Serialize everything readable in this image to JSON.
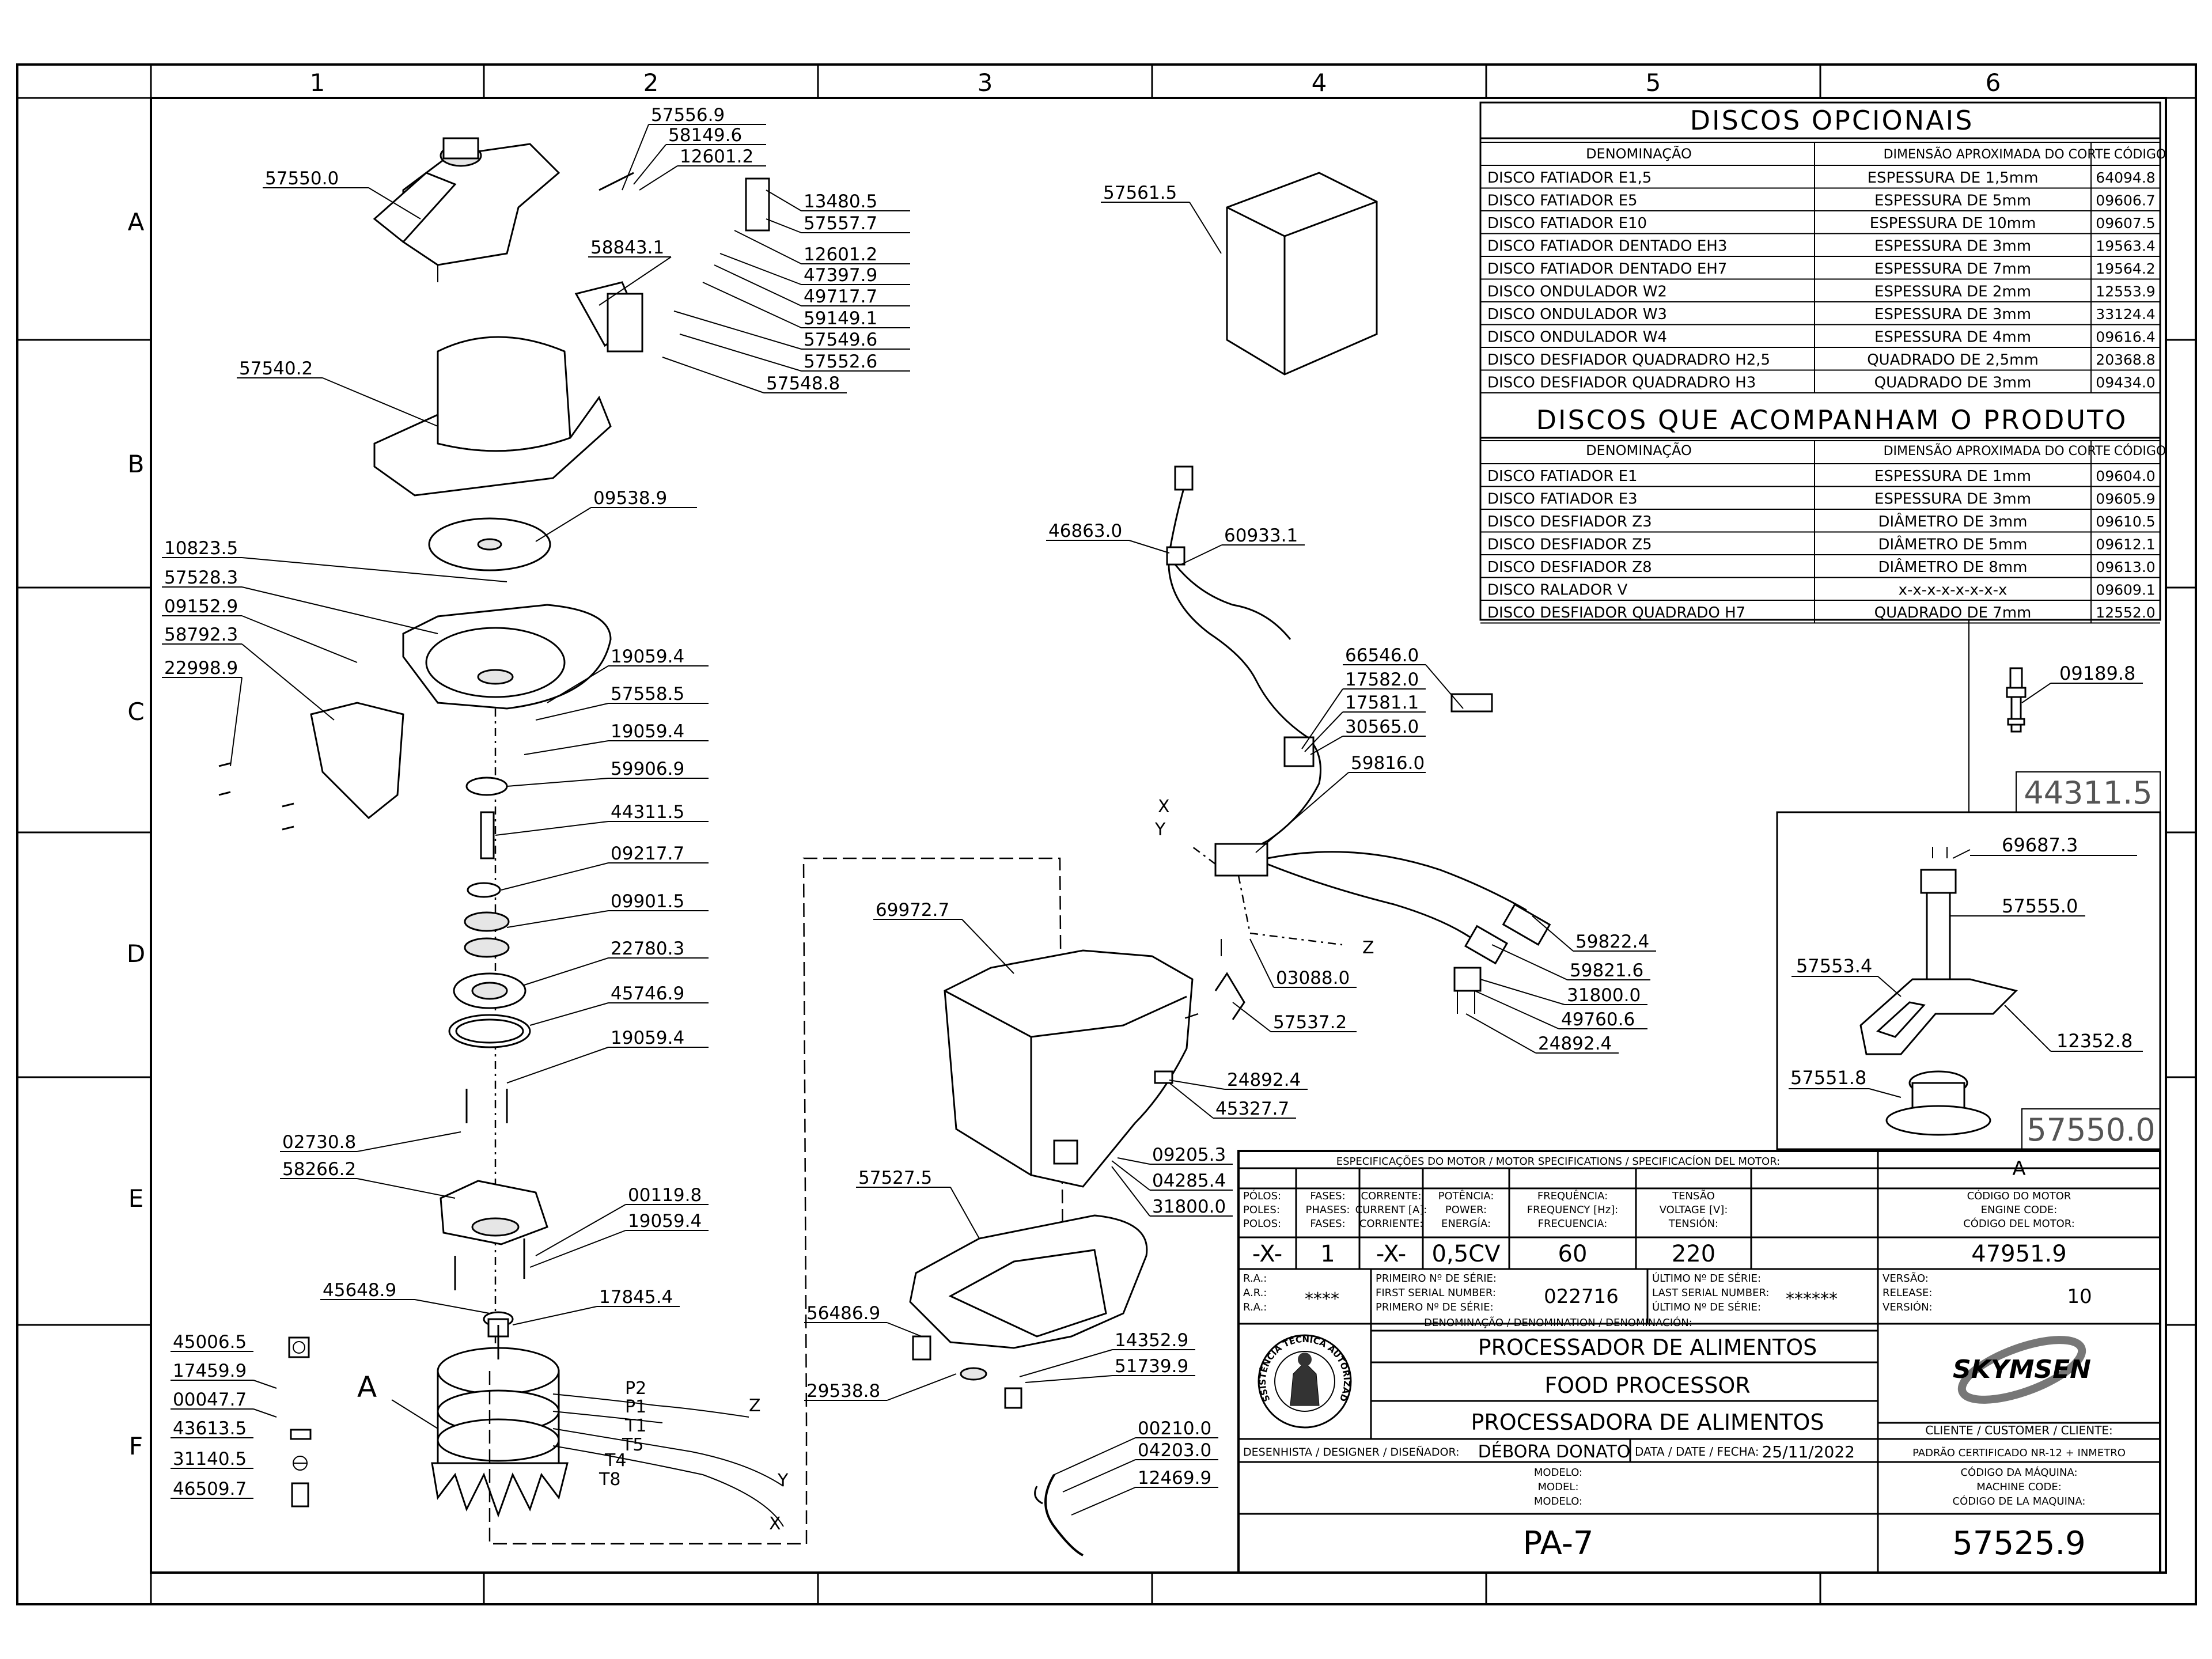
{
  "frame": {
    "columns": [
      "1",
      "2",
      "3",
      "4",
      "5",
      "6"
    ],
    "rows": [
      "A",
      "B",
      "C",
      "D",
      "E",
      "F"
    ]
  },
  "opcionais": {
    "title": "DISCOS OPCIONAIS",
    "headers": [
      "DENOMINAÇÃO",
      "DIMENSÃO APROXIMADA DO CORTE",
      "CÓDIGO"
    ],
    "rows": [
      [
        "DISCO FATIADOR E1,5",
        "ESPESSURA DE 1,5mm",
        "64094.8"
      ],
      [
        "DISCO FATIADOR E5",
        "ESPESSURA DE 5mm",
        "09606.7"
      ],
      [
        "DISCO FATIADOR E10",
        "ESPESSURA DE 10mm",
        "09607.5"
      ],
      [
        "DISCO FATIADOR DENTADO EH3",
        "ESPESSURA DE 3mm",
        "19563.4"
      ],
      [
        "DISCO FATIADOR DENTADO EH7",
        "ESPESSURA DE 7mm",
        "19564.2"
      ],
      [
        "DISCO ONDULADOR W2",
        "ESPESSURA DE 2mm",
        "12553.9"
      ],
      [
        "DISCO ONDULADOR W3",
        "ESPESSURA DE 3mm",
        "33124.4"
      ],
      [
        "DISCO ONDULADOR W4",
        "ESPESSURA DE 4mm",
        "09616.4"
      ],
      [
        "DISCO DESFIADOR QUADRADRO H2,5",
        "QUADRADO DE 2,5mm",
        "20368.8"
      ],
      [
        "DISCO DESFIADOR QUADRADRO H3",
        "QUADRADO DE 3mm",
        "09434.0"
      ]
    ]
  },
  "acompanham": {
    "title": "DISCOS QUE ACOMPANHAM O PRODUTO",
    "headers": [
      "DENOMINAÇÃO",
      "DIMENSÃO APROXIMADA DO CORTE",
      "CÓDIGO"
    ],
    "rows": [
      [
        "DISCO FATIADOR E1",
        "ESPESSURA DE 1mm",
        "09604.0"
      ],
      [
        "DISCO FATIADOR E3",
        "ESPESSURA DE 3mm",
        "09605.9"
      ],
      [
        "DISCO DESFIADOR Z3",
        "DIÂMETRO DE 3mm",
        "09610.5"
      ],
      [
        "DISCO DESFIADOR Z5",
        "DIÂMETRO DE 5mm",
        "09612.1"
      ],
      [
        "DISCO DESFIADOR Z8",
        "DIÂMETRO DE 8mm",
        "09613.0"
      ],
      [
        "DISCO RALADOR V",
        "x-x-x-x-x-x-x-x",
        "09609.1"
      ],
      [
        "DISCO DESFIADOR QUADRADO H7",
        "QUADRADO DE 7mm",
        "12552.0"
      ]
    ]
  },
  "boxes": {
    "box1_code": "44311.5",
    "box2_code": "57550.0",
    "box2_parts": [
      "69687.3",
      "57555.0",
      "57553.4",
      "12352.8",
      "57551.8"
    ],
    "box1_parts": [
      "09189.8"
    ]
  },
  "labels": {
    "l57556_9": "57556.9",
    "l58149_6": "58149.6",
    "l12601_2a": "12601.2",
    "l57550_0": "57550.0",
    "l13480_5": "13480.5",
    "l57557_7": "57557.7",
    "l12601_2b": "12601.2",
    "l58843_1": "58843.1",
    "l47397_9": "47397.9",
    "l49717_7": "49717.7",
    "l59149_1": "59149.1",
    "l57549_6": "57549.6",
    "l57552_6": "57552.6",
    "l57548_8": "57548.8",
    "l57540_2": "57540.2",
    "l09538_9": "09538.9",
    "l10823_5": "10823.5",
    "l57528_3": "57528.3",
    "l09152_9": "09152.9",
    "l58792_3": "58792.3",
    "l22998_9": "22998.9",
    "l19059_4a": "19059.4",
    "l57558_5": "57558.5",
    "l19059_4b": "19059.4",
    "l59906_9": "59906.9",
    "l44311_5": "44311.5",
    "l09217_7": "09217.7",
    "l09901_5": "09901.5",
    "l22780_3": "22780.3",
    "l45746_9": "45746.9",
    "l19059_4c": "19059.4",
    "l02730_8": "02730.8",
    "l58266_2": "58266.2",
    "l00119_8": "00119.8",
    "l19059_4d": "19059.4",
    "l45648_9": "45648.9",
    "l17845_4": "17845.4",
    "l45006_5": "45006.5",
    "l17459_9": "17459.9",
    "l00047_7": "00047.7",
    "l43613_5": "43613.5",
    "l31140_5": "31140.5",
    "l46509_7": "46509.7",
    "lA_motor": "A",
    "l57561_5": "57561.5",
    "l46863_0": "46863.0",
    "l60933_1": "60933.1",
    "l66546_0": "66546.0",
    "l17582_0": "17582.0",
    "l17581_1": "17581.1",
    "l30565_0": "30565.0",
    "l59816_0": "59816.0",
    "l69972_7": "69972.7",
    "l59822_4": "59822.4",
    "l59821_6": "59821.6",
    "l03088_0": "03088.0",
    "l31800_0a": "31800.0",
    "l57537_2": "57537.2",
    "l49760_6": "49760.6",
    "l24892_4a": "24892.4",
    "l24892_4b": "24892.4",
    "l45327_7": "45327.7",
    "l09205_3": "09205.3",
    "l04285_4": "04285.4",
    "l31800_0b": "31800.0",
    "l57527_5": "57527.5",
    "l56486_9": "56486.9",
    "l29538_8": "29538.8",
    "l14352_9": "14352.9",
    "l51739_9": "51739.9",
    "l00210_0": "00210.0",
    "l04203_0": "04203.0",
    "l12469_9": "12469.9",
    "wP2": "P2",
    "wP1": "P1",
    "wT1": "T1",
    "wT5": "T5",
    "wT4": "T4",
    "wT8": "T8",
    "wZ1": "Z",
    "wY1": "Y",
    "wX1": "X",
    "wX2": "X",
    "wY2": "Y",
    "wZ2": "Z"
  },
  "spec": {
    "header": "ESPECIFICAÇÕES DO MOTOR / MOTOR SPECIFICATIONS / SPECIFICACÍON DEL MOTOR:",
    "rev": "A",
    "cols": [
      {
        "l1": "PÓLOS:",
        "l2": "POLES:",
        "l3": "POLOS:",
        "value": "-X-"
      },
      {
        "l1": "FASES:",
        "l2": "PHASES:",
        "l3": "FASES:",
        "value": "1"
      },
      {
        "l1": "CORRENTE:",
        "l2": "CURRENT [A]:",
        "l3": "CORRIENTE:",
        "value": "-X-"
      },
      {
        "l1": "POTÊNCIA:",
        "l2": "POWER:",
        "l3": "ENERGÍA:",
        "value": "0,5CV"
      },
      {
        "l1": "FREQUÊNCIA:",
        "l2": "FREQUENCY [Hz]:",
        "l3": "FRECUENCIA:",
        "value": "60"
      },
      {
        "l1": "TENSÃO",
        "l2": "VOLTAGE [V]:",
        "l3": "TENSIÓN:",
        "value": "220"
      }
    ],
    "engine_l1": "CÓDIGO DO MOTOR",
    "engine_l2": "ENGINE CODE:",
    "engine_l3": "CÓDIGO DEL MOTOR:",
    "engine_code": "47951.9",
    "ra1": "R.A.:",
    "ra2": "A.R.:",
    "ra3": "R.A.:",
    "ra_value": "****",
    "first1": "PRIMEIRO Nº DE SÉRIE:",
    "first2": "FIRST SERIAL NUMBER:",
    "first3": "PRIMERO Nº DE SÉRIE:",
    "first_value": "022716",
    "last1": "ÚLTIMO Nº DE SÉRIE:",
    "last2": "LAST SERIAL NUMBER:",
    "last3": "ÚLTIMO Nº DE SÉRIE:",
    "last_value": "******",
    "ver1": "VERSÃO:",
    "ver2": "RELEASE:",
    "ver3": "VERSIÓN:",
    "version": "10",
    "denom_header": "DENOMINAÇÃO / DENOMINATION / DENOMINACIÓN:",
    "name_pt": "PROCESSADOR DE ALIMENTOS",
    "name_en": "FOOD PROCESSOR",
    "name_es": "PROCESSADORA DE ALIMENTOS",
    "brand": "SKYMSEN",
    "client": "CLIENTE / CUSTOMER / CLIENTE:",
    "designer_label": "DESENHISTA / DESIGNER / DISEÑADOR:",
    "designer": "DÉBORA DONATO",
    "date_label": "DATA / DATE / FECHA:",
    "date": "25/11/2022",
    "nr12": "PADRÃO CERTIFICADO NR-12 + INMETRO",
    "modelo1": "MODELO:",
    "modelo2": "MODEL:",
    "modelo3": "MODELO:",
    "mcode1": "CÓDIGO DA MÁQUINA:",
    "mcode2": "MACHINE CODE:",
    "mcode3": "CÓDIGO DE LA MAQUINA:",
    "model": "PA-7",
    "machine_code": "57525.9",
    "stamp_text": "ASSISTÊNCIA TÉCNICA AUTORIZADA"
  },
  "colors": {
    "line": "#000000",
    "paper": "#ffffff",
    "shade": "#e6e6e6"
  }
}
